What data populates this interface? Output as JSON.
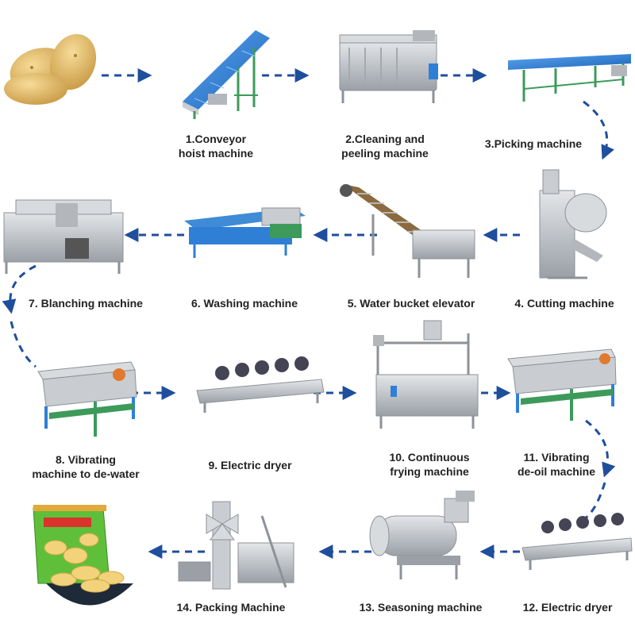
{
  "steps": [
    {
      "id": 1,
      "lines": [
        "1.Conveyor",
        "hoist machine"
      ]
    },
    {
      "id": 2,
      "lines": [
        "2.Cleaning and",
        "peeling machine"
      ]
    },
    {
      "id": 3,
      "lines": [
        "3.Picking machine"
      ]
    },
    {
      "id": 4,
      "lines": [
        "4. Cutting machine"
      ]
    },
    {
      "id": 5,
      "lines": [
        "5. Water bucket elevator"
      ]
    },
    {
      "id": 6,
      "lines": [
        "6. Washing machine"
      ]
    },
    {
      "id": 7,
      "lines": [
        "7. Blanching machine"
      ]
    },
    {
      "id": 8,
      "lines": [
        "8. Vibrating",
        "machine to de-water"
      ]
    },
    {
      "id": 9,
      "lines": [
        "9. Electric dryer"
      ]
    },
    {
      "id": 10,
      "lines": [
        "10. Continuous",
        "frying machine"
      ]
    },
    {
      "id": 11,
      "lines": [
        "11. Vibrating",
        "de-oil machine"
      ]
    },
    {
      "id": 12,
      "lines": [
        "12. Electric dryer"
      ]
    },
    {
      "id": 13,
      "lines": [
        "13. Seasoning machine"
      ]
    },
    {
      "id": 14,
      "lines": [
        "14. Packing Machine"
      ]
    }
  ],
  "colors": {
    "arrow": "#1f4e9c",
    "steel": "#c9ccd0",
    "steel_dark": "#8d9298",
    "blue_belt": "#2f7fd6",
    "green_frame": "#3d9a5b",
    "potato": "#e9c77a",
    "chip_bag": "#5fbf3a"
  }
}
